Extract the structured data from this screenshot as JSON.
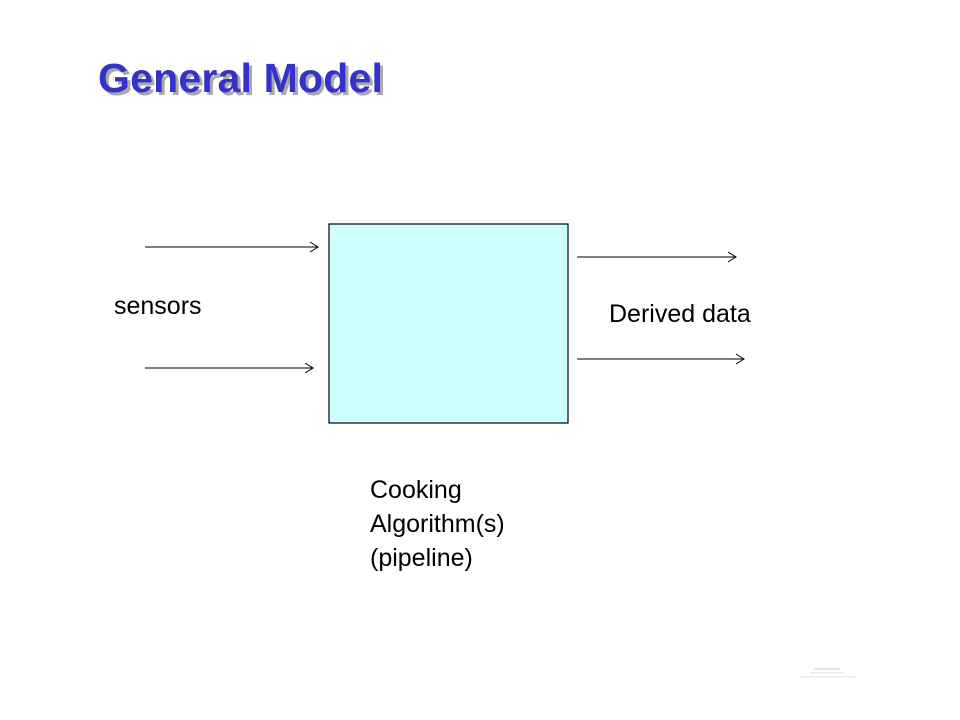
{
  "slide": {
    "title": "General Model"
  },
  "diagram": {
    "input_label": "sensors",
    "output_label": "Derived data",
    "process_caption": {
      "line1": "Cooking",
      "line2": "Algorithm(s)",
      "line3": "(pipeline)"
    },
    "box_fill": "#ccffff",
    "box_stroke": "#000000",
    "arrow_color": "#000000"
  },
  "colors": {
    "title": "#3333cc",
    "title_shadow": "#a9a9a9",
    "background": "#ffffff"
  }
}
